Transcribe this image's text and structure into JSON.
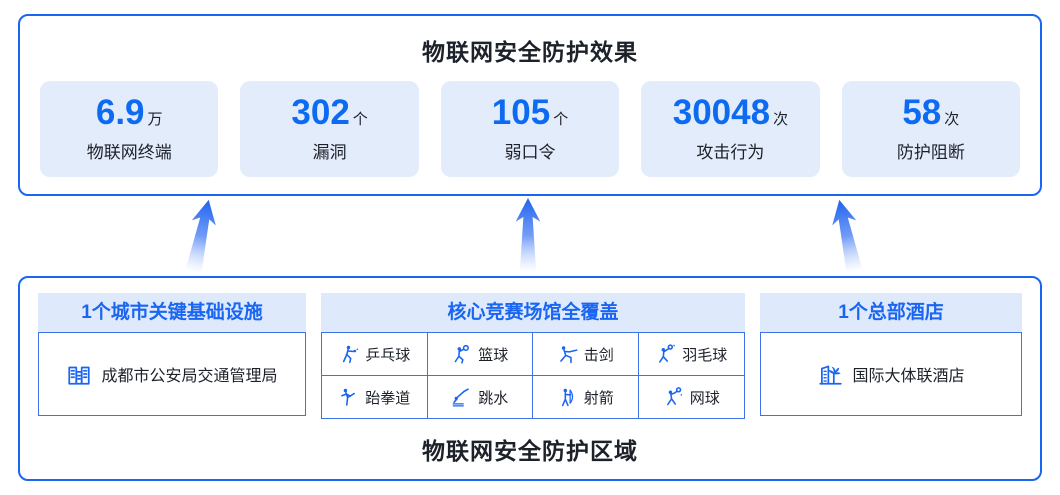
{
  "colors": {
    "accent_blue": "#1a66f2",
    "number_blue": "#0d6bf2",
    "stat_card_bg": "#e3ecfb",
    "zone_header_bg": "#dee9fb",
    "inner_border_blue": "#3e73e8",
    "dark_text": "#1d2129"
  },
  "top_panel": {
    "title": "物联网安全防护效果",
    "stats": [
      {
        "value": "6.9",
        "unit": "万",
        "label": "物联网终端"
      },
      {
        "value": "302",
        "unit": "个",
        "label": "漏洞"
      },
      {
        "value": "105",
        "unit": "个",
        "label": "弱口令"
      },
      {
        "value": "30048",
        "unit": "次",
        "label": "攻击行为"
      },
      {
        "value": "58",
        "unit": "次",
        "label": "防护阻断"
      }
    ]
  },
  "bottom_panel": {
    "title": "物联网安全防护区域",
    "zones": [
      {
        "header": "1个城市关键基础设施",
        "item": {
          "icon": "building-icon",
          "label": "成都市公安局交通管理局"
        }
      },
      {
        "header": "核心竞赛场馆全覆盖",
        "sports": [
          {
            "icon": "table-tennis-icon",
            "label": "乒乓球"
          },
          {
            "icon": "basketball-icon",
            "label": "篮球"
          },
          {
            "icon": "fencing-icon",
            "label": "击剑"
          },
          {
            "icon": "badminton-icon",
            "label": "羽毛球"
          },
          {
            "icon": "taekwondo-icon",
            "label": "跆拳道"
          },
          {
            "icon": "diving-icon",
            "label": "跳水"
          },
          {
            "icon": "archery-icon",
            "label": "射箭"
          },
          {
            "icon": "tennis-icon",
            "label": "网球"
          }
        ]
      },
      {
        "header": "1个总部酒店",
        "item": {
          "icon": "hotel-icon",
          "label": "国际大体联酒店"
        }
      }
    ]
  }
}
